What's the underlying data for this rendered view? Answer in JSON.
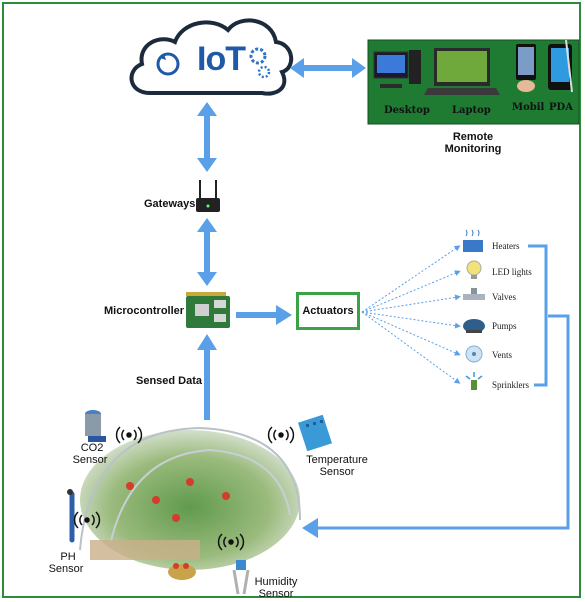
{
  "iot": {
    "logo_text": "IoT"
  },
  "remote": {
    "devices": [
      "Desktop",
      "Laptop",
      "Mobil",
      "PDA"
    ],
    "caption_line1": "Remote",
    "caption_line2": "Monitoring"
  },
  "gateways": {
    "label": "Gateways"
  },
  "microcontroller": {
    "label": "Microcontroller"
  },
  "actuators": {
    "label": "Actuators",
    "items": [
      "Heaters",
      "LED lights",
      "Valves",
      "Pumps",
      "Vents",
      "Sprinklers"
    ]
  },
  "sensed_data": {
    "label": "Sensed Data"
  },
  "sensors": {
    "co2": {
      "line1": "CO2",
      "line2": "Sensor"
    },
    "temperature": {
      "line1": "Temperature",
      "line2": "Sensor"
    },
    "ph": {
      "line1": "PH",
      "line2": "Sensor"
    },
    "humidity": {
      "line1": "Humidity",
      "line2": "Sensor"
    }
  },
  "colors": {
    "border": "#2e8b3c",
    "arrow": "#5aa0e8",
    "actuator_box": "#3aa346"
  }
}
